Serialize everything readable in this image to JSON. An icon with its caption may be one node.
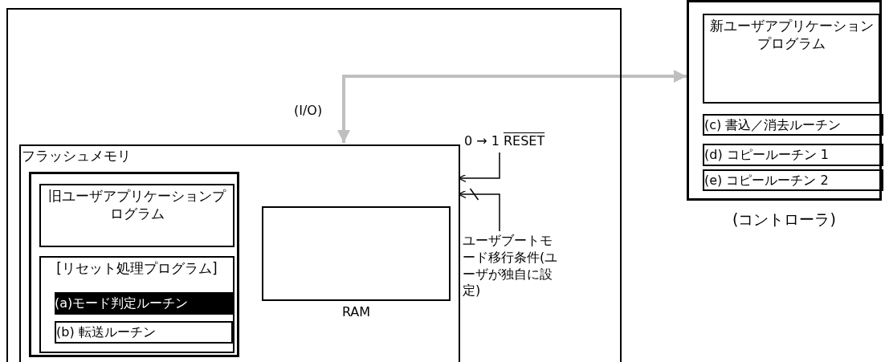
{
  "diagram": {
    "nodes": [
      {
        "text": [],
        "shape": "box"
      },
      {
        "text": [],
        "shape": "box",
        "in": 0
      },
      {
        "text": [
          "フラッシュメモリ"
        ],
        "in": 1
      },
      {
        "text": [
          "旧ユーザアプリケーションプログラム"
        ],
        "in": 2
      },
      {
        "text": [
          "[リセット処理プログラム]"
        ],
        "in": 2
      },
      {
        "text": [
          "(a)モード判定ルーチン"
        ],
        "in": 4
      },
      {
        "text": [
          "(b) 転送ルーチン"
        ],
        "in": 4
      },
      {
        "text": [],
        "shape": "box",
        "in": 1,
        "beside": [
          "RAM"
        ]
      },
      {
        "text": [],
        "shape": "box",
        "beside": [
          "(コントローラ)"
        ]
      },
      {
        "text": [
          "新ユーザアプリケーションプログラム"
        ],
        "in": 8
      },
      {
        "text": [
          "(c) 書込／消去ルーチン"
        ],
        "in": 8
      },
      {
        "text": [
          "(d) コピールーチン 1"
        ],
        "in": 8
      },
      {
        "text": [
          "(e) コピールーチン 2"
        ],
        "in": 8
      },
      {
        "text": [
          "0 → 1",
          "RESET"
        ],
        "in": 0
      },
      {
        "text": [
          "ユーザブートモード移行条件(ユーザが独自に設定)"
        ],
        "in": 0
      }
    ],
    "edges": [
      {
        "from": 1,
        "to": 8,
        "arrow": "both",
        "label": "(I/O)",
        "style": "thick",
        "color": "#bfbfbf"
      },
      {
        "from": 13,
        "to": 1,
        "arrow": "to"
      },
      {
        "from": 14,
        "to": 1,
        "arrow": "to"
      }
    ]
  }
}
